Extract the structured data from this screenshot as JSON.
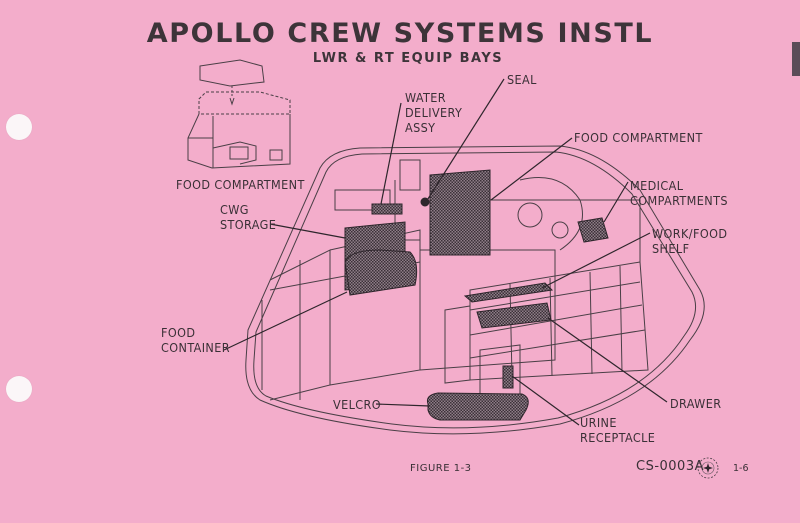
{
  "document": {
    "title": "APOLLO CREW SYSTEMS INSTL",
    "subtitle": "LWR & RT EQUIP BAYS",
    "figure_caption": "FIGURE 1-3",
    "drawing_code": "CS-0003A",
    "page_number": "1-6",
    "paper_color": "#f3adcb",
    "ink_color": "#3a3036"
  },
  "labels": {
    "food_compartment_inset": "FOOD COMPARTMENT",
    "cwg_storage": "CWG\nSTORAGE",
    "water_delivery_assy": "WATER\nDELIVERY\nASSY",
    "seal": "SEAL",
    "food_compartment": "FOOD COMPARTMENT",
    "medical_compartments": "MEDICAL\nCOMPARTMENTS",
    "work_food_shelf": "WORK/FOOD\nSHELF",
    "food_container": "FOOD\nCONTAINER",
    "velcro": "VELCRO",
    "drawer": "DRAWER",
    "urine_receptacle": "URINE\nRECEPTACLE"
  },
  "icons": {
    "binder_holes": "binder-hole",
    "index_tab": "index-tab",
    "logo_seal": "star-seal-icon"
  }
}
